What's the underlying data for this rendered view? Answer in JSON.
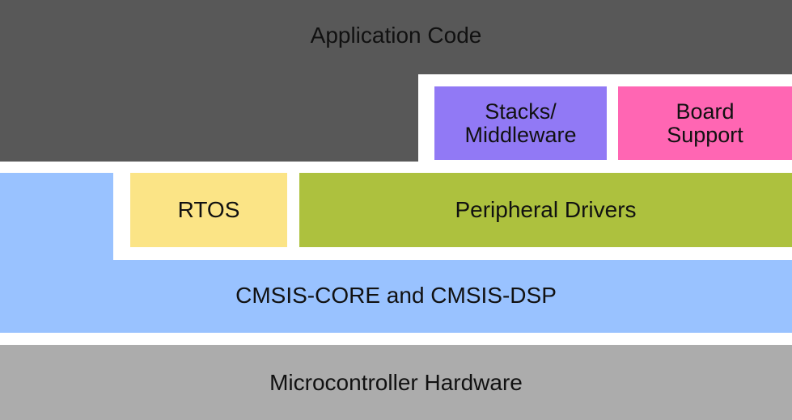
{
  "layers": {
    "application_code": "Application Code",
    "stacks_middleware": [
      "Stacks/",
      "Middleware"
    ],
    "board_support": [
      "Board",
      "Support"
    ],
    "rtos": "RTOS",
    "peripheral_drivers": "Peripheral Drivers",
    "cmsis": "CMSIS-CORE and CMSIS-DSP",
    "hardware": "Microcontroller Hardware"
  },
  "colors": {
    "application_code": "#585858",
    "stacks_middleware": "#9179f5",
    "board_support": "#ff66b3",
    "rtos": "#fbe486",
    "peripheral_drivers": "#adc13e",
    "cmsis": "#99c2ff",
    "hardware": "#acacac"
  }
}
